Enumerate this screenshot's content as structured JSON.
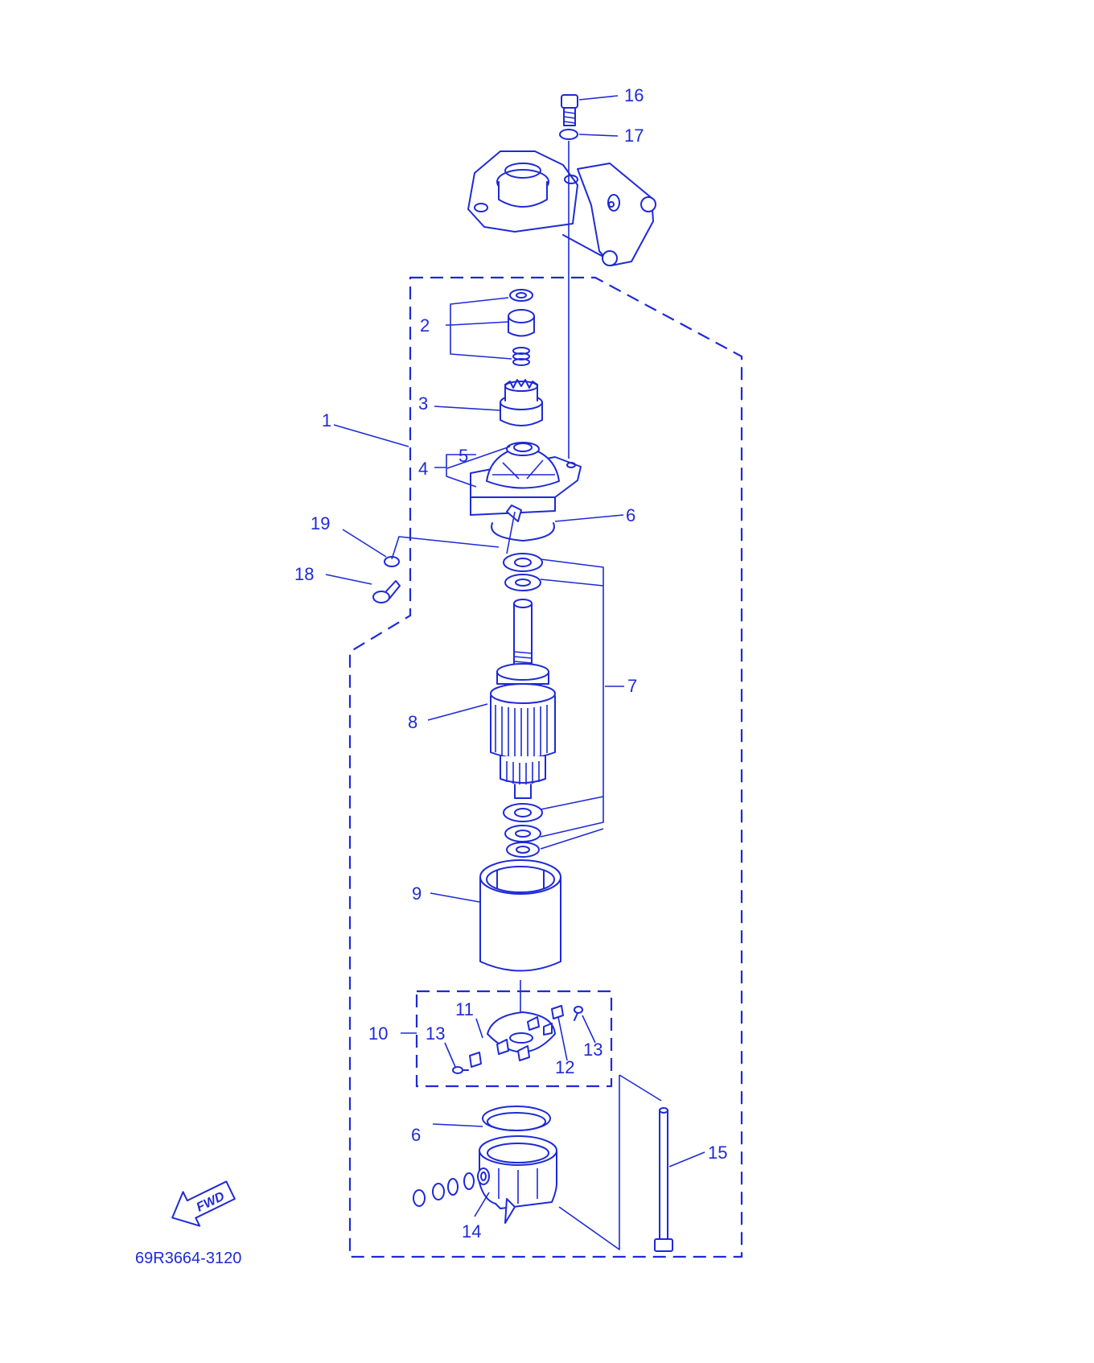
{
  "colors": {
    "ink": "#1e2ad6",
    "background": "#ffffff"
  },
  "diagram_code": "69R3664-3120",
  "fwd_label": "FWD",
  "callouts": {
    "n1": "1",
    "n2": "2",
    "n3": "3",
    "n4": "4",
    "n5": "5",
    "n6a": "6",
    "n6b": "6",
    "n7": "7",
    "n8": "8",
    "n9": "9",
    "n10": "10",
    "n11": "11",
    "n12": "12",
    "n13a": "13",
    "n13b": "13",
    "n14": "14",
    "n15": "15",
    "n16": "16",
    "n17": "17",
    "n18": "18",
    "n19": "19"
  }
}
